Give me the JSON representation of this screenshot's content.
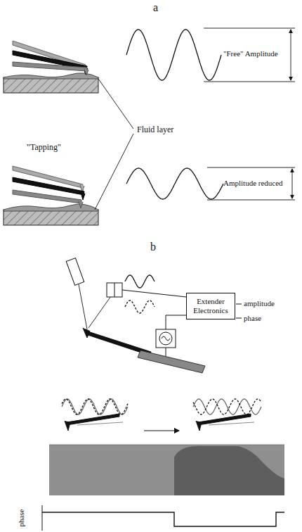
{
  "diagram": {
    "nodes": [
      {
        "text": [
          "Extender Electronics"
        ]
      }
    ],
    "labels": [
      "a",
      "\"Free\" Amplitude",
      "Fluid layer",
      "\"Tapping\"",
      "Amplitude reduced",
      "b",
      "amplitude",
      "phase",
      "phase"
    ]
  }
}
